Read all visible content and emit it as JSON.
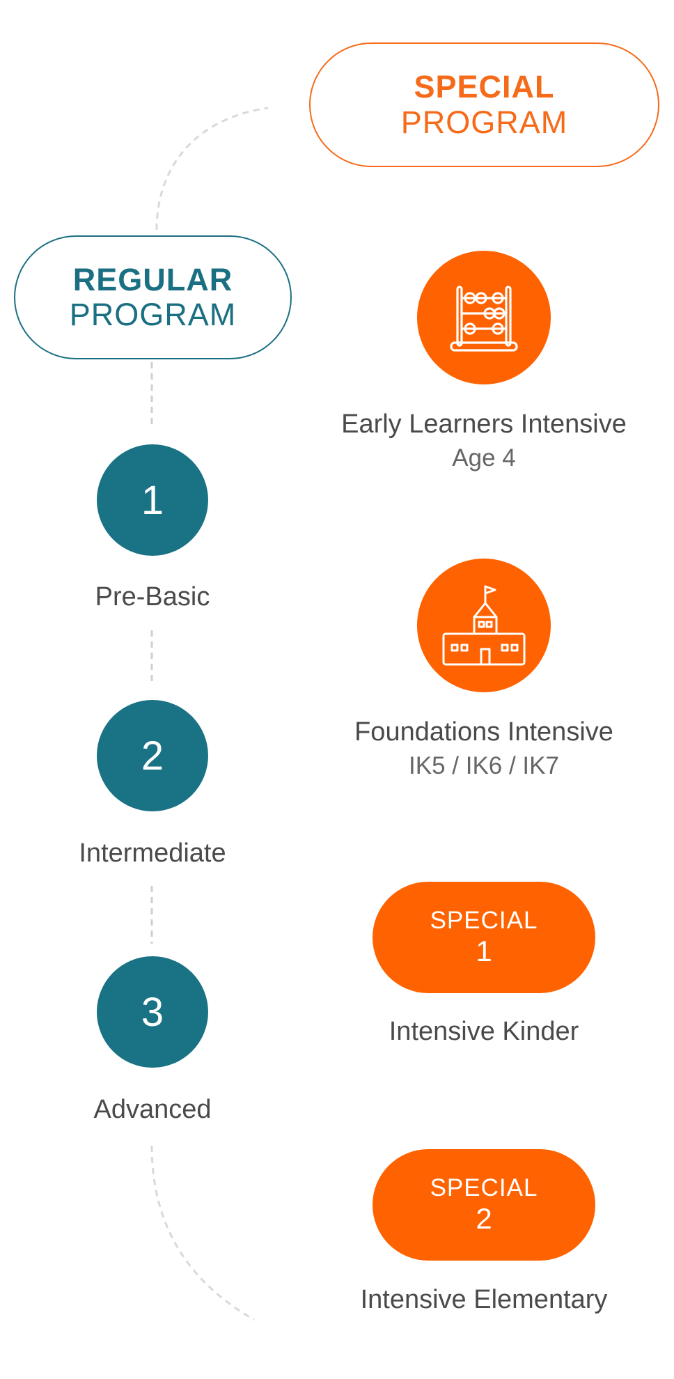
{
  "colors": {
    "orange": "#FF6200",
    "orange_outline": "#F56B1A",
    "teal": "#1A7285",
    "text": "#4a4a4a"
  },
  "special_program": {
    "line1": "SPECIAL",
    "line2": "PROGRAM"
  },
  "regular_program": {
    "line1": "REGULAR",
    "line2": "PROGRAM"
  },
  "regular_levels": [
    {
      "number": "1",
      "label": "Pre-Basic"
    },
    {
      "number": "2",
      "label": "Intermediate"
    },
    {
      "number": "3",
      "label": "Advanced"
    }
  ],
  "special_programs": [
    {
      "icon": "abacus-icon",
      "title": "Early Learners Intensive",
      "subtitle": "Age 4"
    },
    {
      "icon": "school-building-icon",
      "title": "Foundations Intensive",
      "subtitle": "IK5 / IK6 / IK7"
    },
    {
      "badge_word": "SPECIAL",
      "badge_number": "1",
      "title": "Intensive Kinder"
    },
    {
      "badge_word": "SPECIAL",
      "badge_number": "2",
      "title": "Intensive Elementary"
    }
  ]
}
